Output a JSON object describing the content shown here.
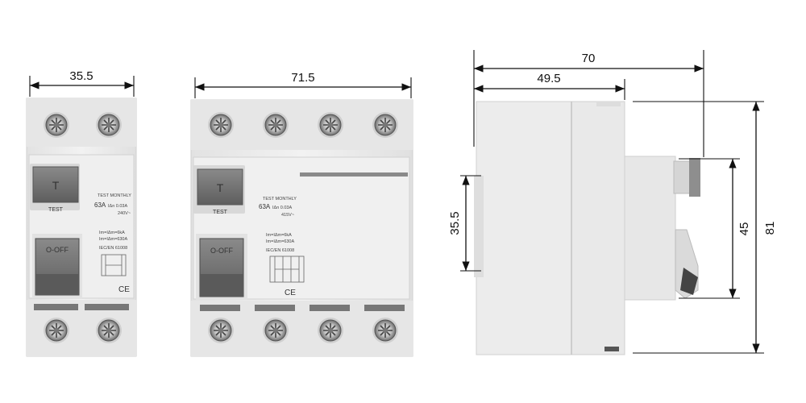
{
  "dimensions": {
    "two_pole_width": "35.5",
    "four_pole_width": "71.5",
    "side_total_depth": "70",
    "side_body_depth": "49.5",
    "side_rail_height": "35.5",
    "side_front_height": "45",
    "side_total_height": "81"
  },
  "two_pole": {
    "test_label": "TEST MONTHLY",
    "rating": "63A",
    "sensitivity": "IΔn 0.03A",
    "voltage": "240V~",
    "breaking_1": "Im=IΔm=6kA",
    "breaking_2": "Im=IΔm=630A",
    "standard": "IEC/EN 61008",
    "handle_text": "O-OFF",
    "test_button": "T",
    "test_word": "TEST",
    "ce_mark": "CE"
  },
  "four_pole": {
    "test_label": "TEST MONTHLY",
    "rating": "63A",
    "sensitivity": "IΔn 0.03A",
    "voltage": "415V~",
    "breaking_1": "Im=IΔm=6kA",
    "breaking_2": "Im=IΔm=630A",
    "standard": "IEC/EN 61008",
    "handle_text": "O-OFF",
    "test_button": "T",
    "test_word": "TEST",
    "ce_mark": "CE"
  },
  "colors": {
    "body": "#ececec",
    "body_shade": "#d9d9d9",
    "dim_line": "#111111",
    "handle": "#7a7a7a"
  }
}
